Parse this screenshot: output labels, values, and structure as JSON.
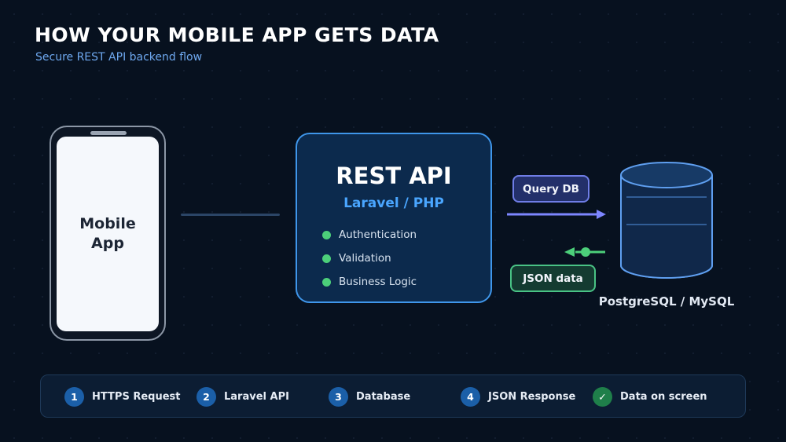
{
  "header": {
    "title": "HOW YOUR MOBILE APP GETS DATA",
    "subtitle": "Secure REST API backend flow"
  },
  "phone": {
    "label": "Mobile\nApp"
  },
  "api": {
    "title": "REST API",
    "subtitle": "Laravel / PHP",
    "features": [
      "Authentication",
      "Validation",
      "Business Logic"
    ]
  },
  "flow": {
    "query_label": "Query DB",
    "response_label": "JSON data"
  },
  "database": {
    "label": "PostgreSQL / MySQL"
  },
  "steps": [
    {
      "badge": "1",
      "label": "HTTPS Request"
    },
    {
      "badge": "2",
      "label": "Laravel API"
    },
    {
      "badge": "3",
      "label": "Database"
    },
    {
      "badge": "4",
      "label": "JSON Response"
    },
    {
      "badge": "✓",
      "label": "Data on screen"
    }
  ],
  "colors": {
    "background": "#07111f",
    "accent_blue": "#3f96ea",
    "query_arrow": "#7d86ff",
    "response_arrow": "#4ccf7a",
    "database_stroke": "#5f9ff0"
  }
}
